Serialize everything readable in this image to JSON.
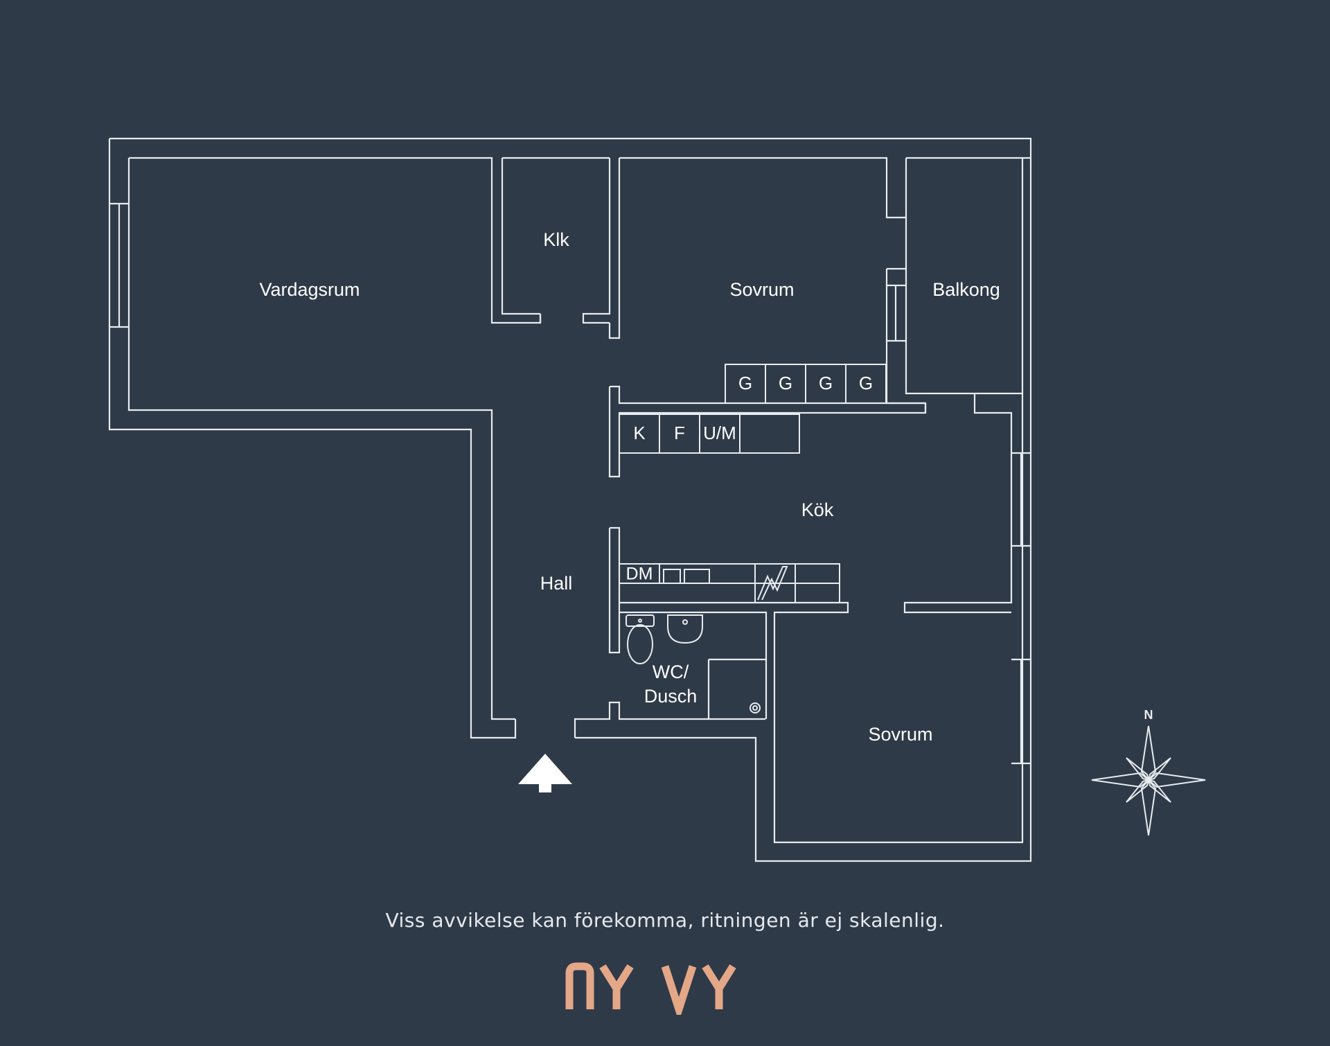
{
  "rooms": {
    "vardagsrum": "Vardagsrum",
    "klk": "Klk",
    "sovrum_top": "Sovrum",
    "balkong": "Balkong",
    "kok": "Kök",
    "hall": "Hall",
    "wc_line1": "WC/",
    "wc_line2": "Dusch",
    "sovrum_bottom": "Sovrum"
  },
  "storage": {
    "g1": "G",
    "g2": "G",
    "g3": "G",
    "g4": "G"
  },
  "kitchen": {
    "k": "K",
    "f": "F",
    "um": "U/M",
    "dm": "DM"
  },
  "compass": {
    "north": "N"
  },
  "footer": {
    "disclaimer": "Viss avvikelse kan förekomma, ritningen är ej skalenlig."
  },
  "brand": {
    "logo_text": "NY VY",
    "color": "#e4a787"
  },
  "colors": {
    "background": "#2f3a48",
    "lines": "#e8ecf0"
  }
}
